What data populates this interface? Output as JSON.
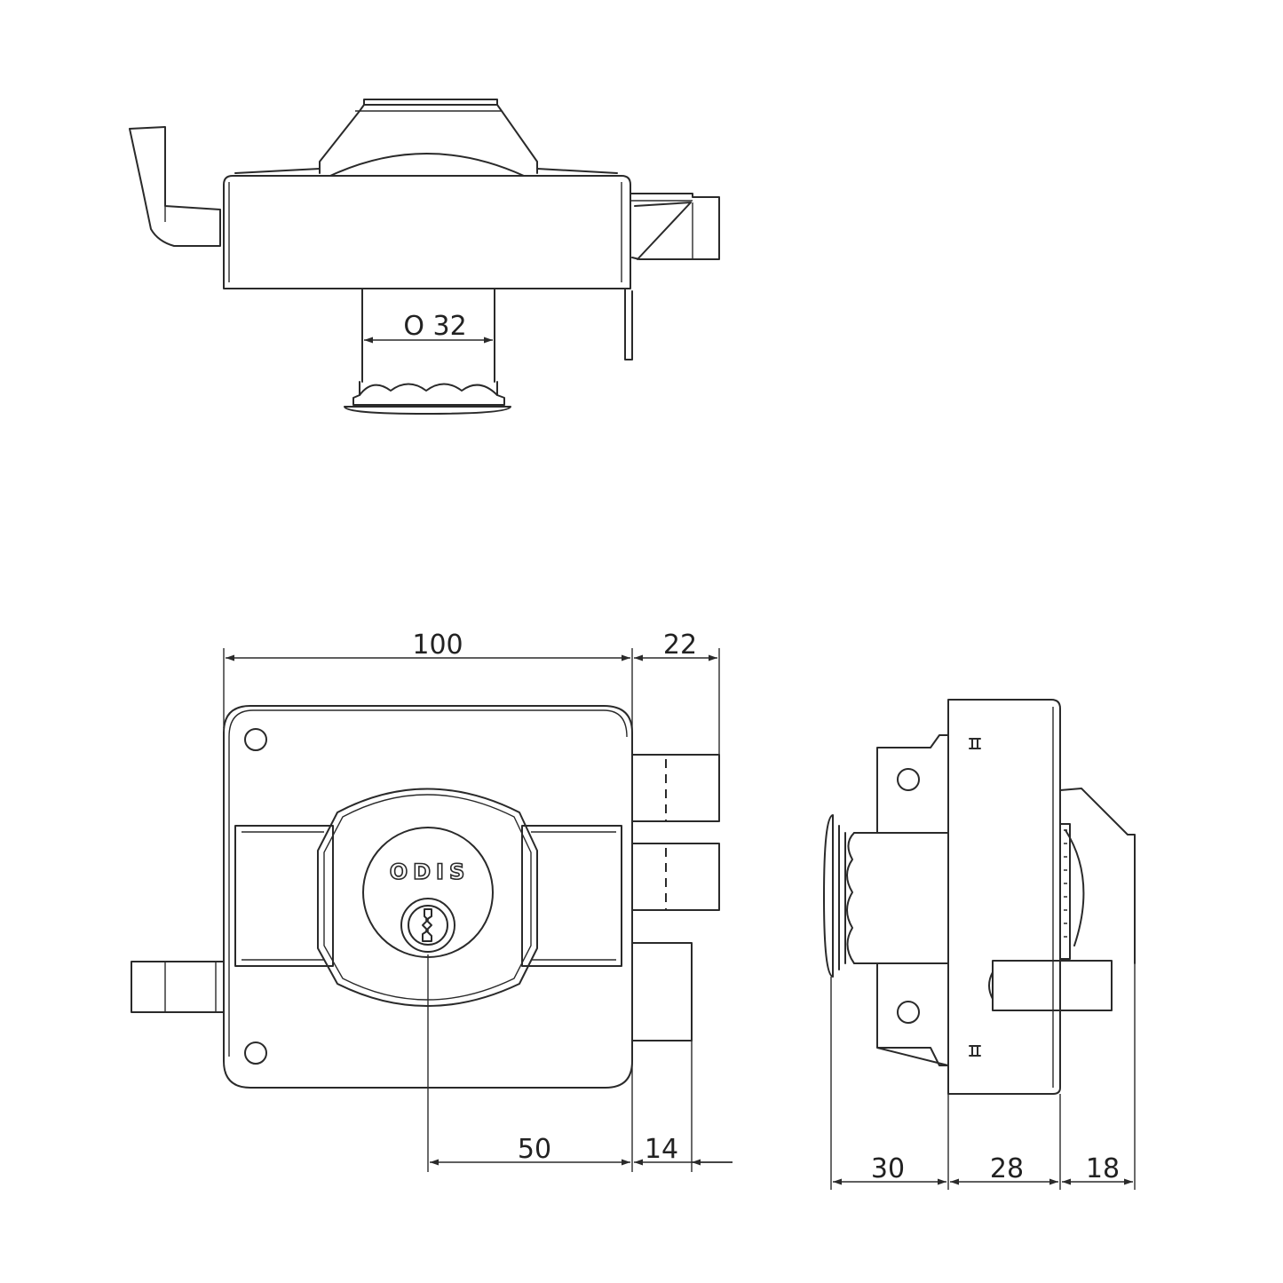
{
  "dimensions": {
    "diameter": "O  32",
    "width": "100",
    "bolt_projection": "22",
    "backset": "50",
    "lower_bolt": "14",
    "depth_front": "30",
    "depth_body": "28",
    "depth_back": "18"
  },
  "logo": "ODIS",
  "colors": {
    "line": "#2a2a2a",
    "background": "#ffffff"
  }
}
